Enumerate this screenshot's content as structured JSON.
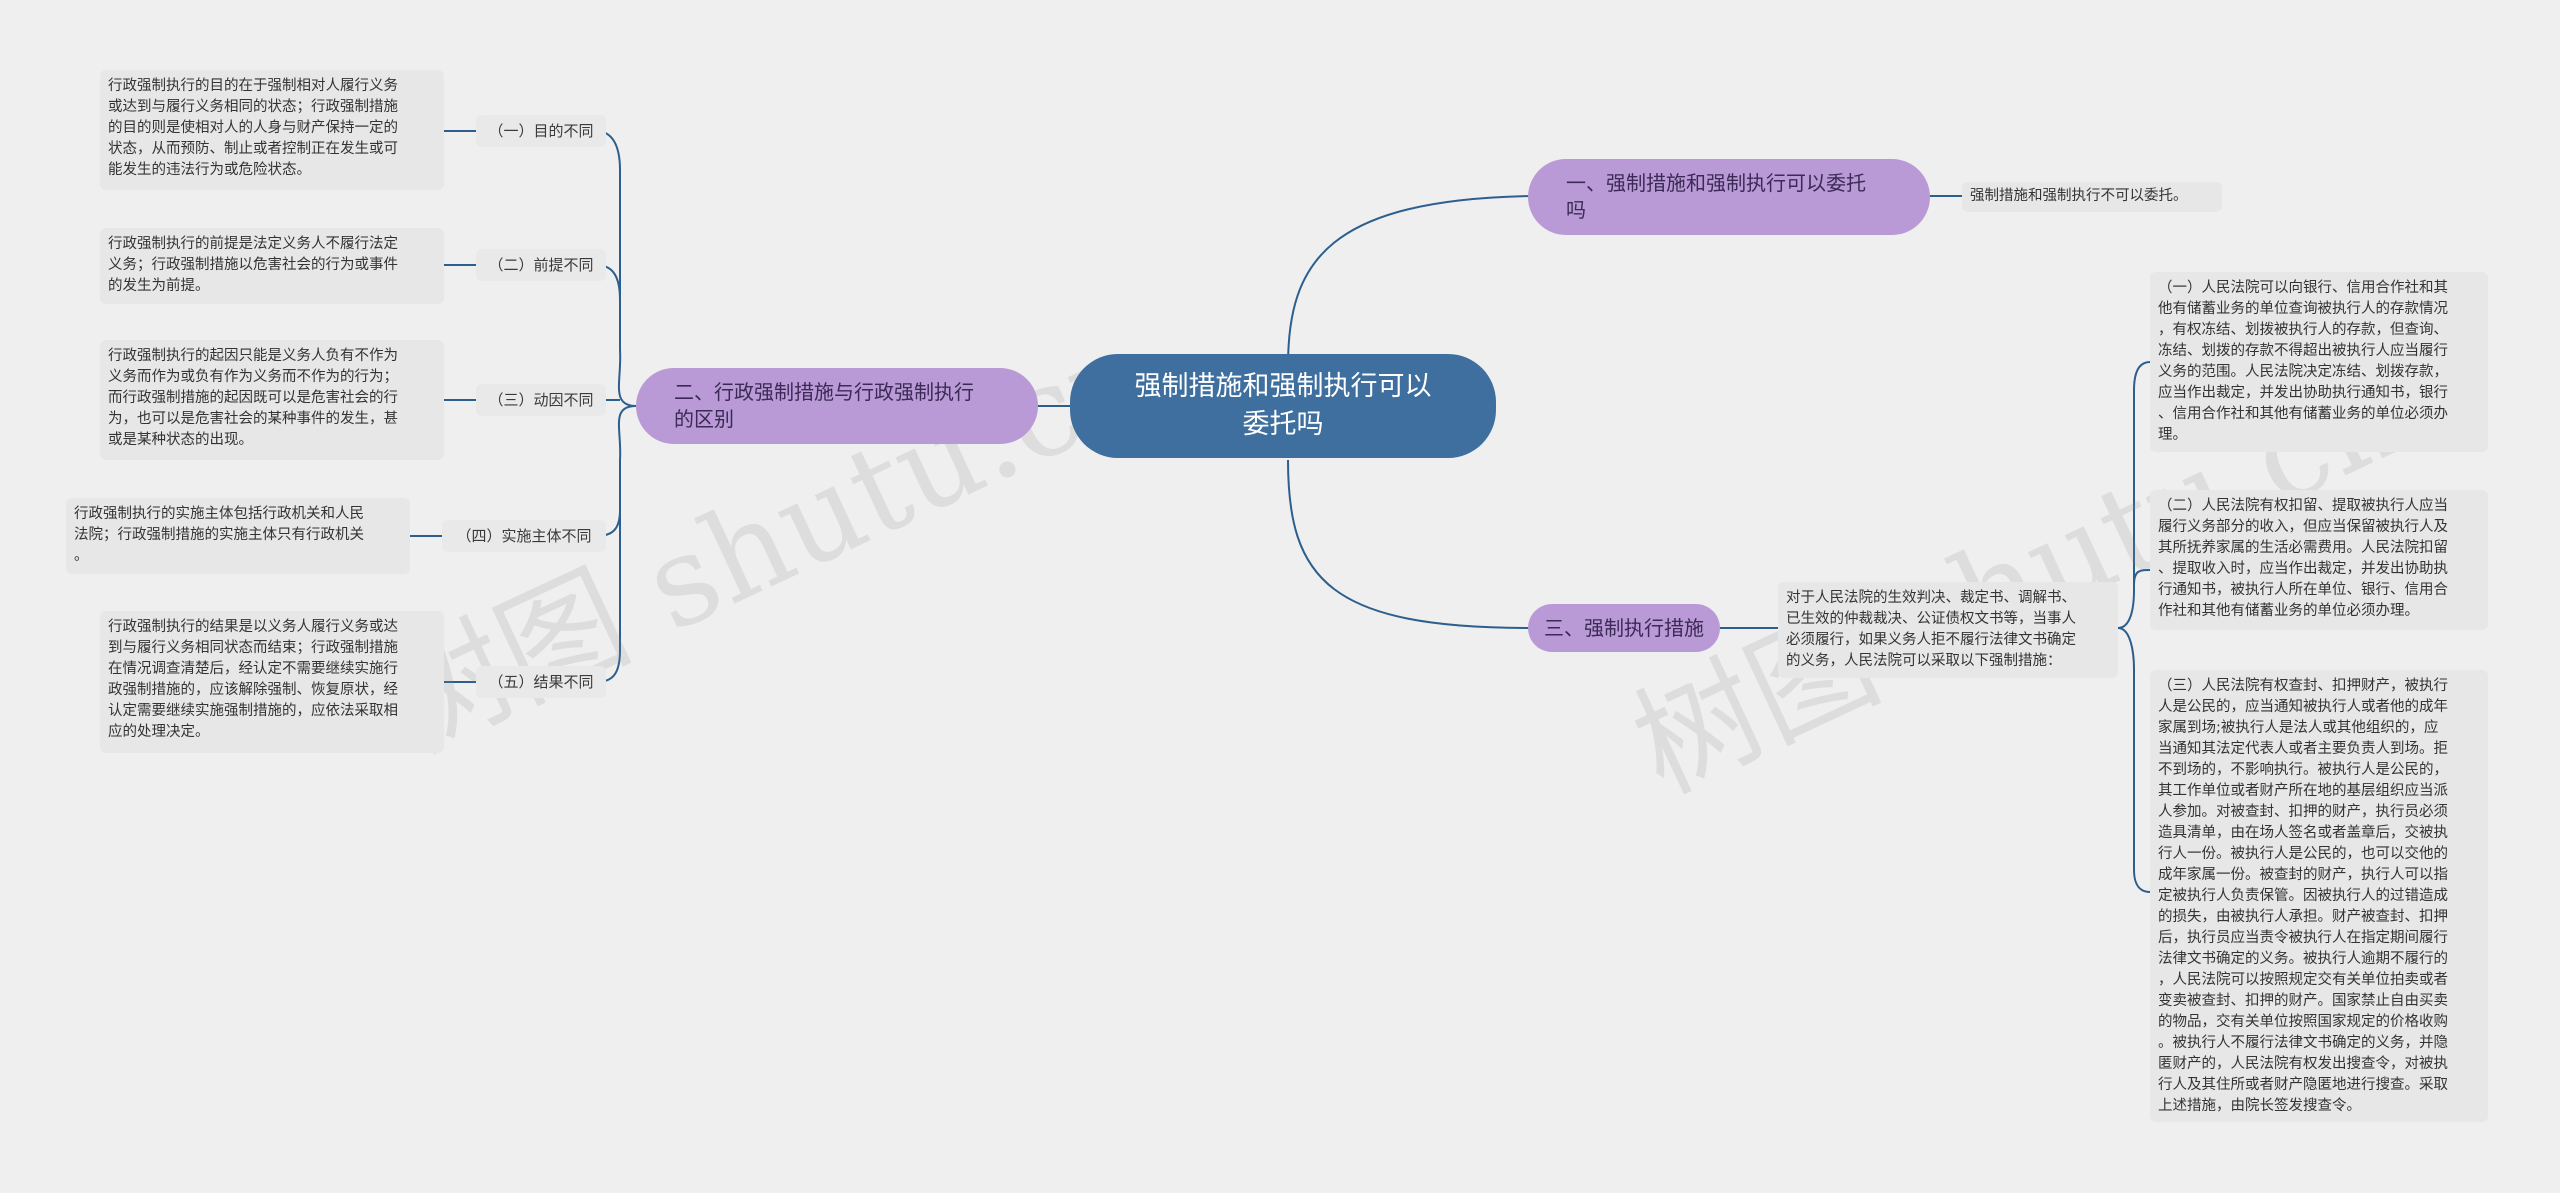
{
  "colors": {
    "root": "#3e6f9e",
    "branch": "#b99ad6",
    "link": "#2d5f8e",
    "text_bg": "#e7e7e7"
  },
  "root": {
    "title": "强制措施和强制执行可以\n委托吗"
  },
  "branch1": {
    "label": "一、强制措施和强制执行可以委托\n吗",
    "detail": "强制措施和强制执行不可以委托。"
  },
  "branch2": {
    "label": "二、行政强制措施与行政强制执行\n的区别",
    "items": [
      {
        "label": "（一）目的不同",
        "text": "行政强制执行的目的在于强制相对人履行义务\n或达到与履行义务相同的状态；行政强制措施\n的目的则是使相对人的人身与财产保持一定的\n状态，从而预防、制止或者控制正在发生或可\n能发生的违法行为或危险状态。"
      },
      {
        "label": "（二）前提不同",
        "text": "行政强制执行的前提是法定义务人不履行法定\n义务；行政强制措施以危害社会的行为或事件\n的发生为前提。"
      },
      {
        "label": "（三）动因不同",
        "text": "行政强制执行的起因只能是义务人负有不作为\n义务而作为或负有作为义务而不作为的行为；\n而行政强制措施的起因既可以是危害社会的行\n为，也可以是危害社会的某种事件的发生，甚\n或是某种状态的出现。"
      },
      {
        "label": "（四）实施主体不同",
        "text": "行政强制执行的实施主体包括行政机关和人民\n法院；行政强制措施的实施主体只有行政机关\n。"
      },
      {
        "label": "（五）结果不同",
        "text": "行政强制执行的结果是以义务人履行义务或达\n到与履行义务相同状态而结束；行政强制措施\n在情况调查清楚后，经认定不需要继续实施行\n政强制措施的，应该解除强制、恢复原状，经\n认定需要继续实施强制措施的，应依法采取相\n应的处理决定。"
      }
    ]
  },
  "branch3": {
    "label": "三、强制执行措施",
    "intro": "对于人民法院的生效判决、裁定书、调解书、\n已生效的仲裁裁决、公证债权文书等，当事人\n必须履行，如果义务人拒不履行法律文书确定\n的义务，人民法院可以采取以下强制措施：",
    "items": [
      "（一）人民法院可以向银行、信用合作社和其\n他有储蓄业务的单位查询被执行人的存款情况\n，有权冻结、划拨被执行人的存款，但查询、\n冻结、划拨的存款不得超出被执行人应当履行\n义务的范围。人民法院决定冻结、划拨存款，\n应当作出裁定，并发出协助执行通知书，银行\n、信用合作社和其他有储蓄业务的单位必须办\n理。",
      "（二）人民法院有权扣留、提取被执行人应当\n履行义务部分的收入，但应当保留被执行人及\n其所抚养家属的生活必需费用。人民法院扣留\n、提取收入时，应当作出裁定，并发出协助执\n行通知书，被执行人所在单位、银行、信用合\n作社和其他有储蓄业务的单位必须办理。",
      "（三）人民法院有权查封、扣押财产，被执行\n人是公民的，应当通知被执行人或者他的成年\n家属到场;被执行人是法人或其他组织的，应\n当通知其法定代表人或者主要负责人到场。拒\n不到场的，不影响执行。被执行人是公民的，\n其工作单位或者财产所在地的基层组织应当派\n人参加。对被查封、扣押的财产，执行员必须\n造具清单，由在场人签名或者盖章后，交被执\n行人一份。被执行人是公民的，也可以交他的\n成年家属一份。被查封的财产，执行人可以指\n定被执行人负责保管。因被执行人的过错造成\n的损失，由被执行人承担。财产被查封、扣押\n后，执行员应当责令被执行人在指定期间履行\n法律文书确定的义务。被执行人逾期不履行的\n，人民法院可以按照规定交有关单位拍卖或者\n变卖被查封、扣押的财产。国家禁止自由买卖\n的物品，交有关单位按照国家规定的价格收购\n。被执行人不履行法律文书确定的义务，并隐\n匿财产的，人民法院有权发出搜查令，对被执\n行人及其住所或者财产隐匿地进行搜查。采取\n上述措施，由院长签发搜查令。"
    ]
  },
  "watermark": {
    "left": "树图 shutu.cn",
    "right": "树图 shutu.cn"
  }
}
